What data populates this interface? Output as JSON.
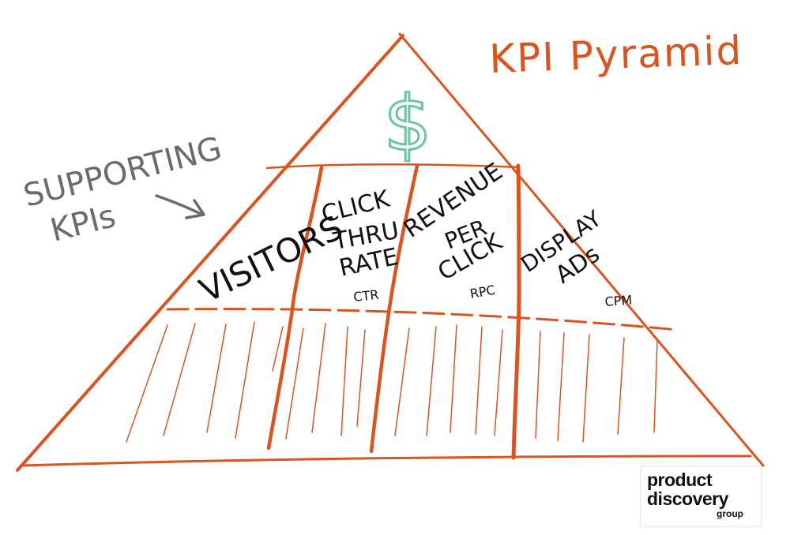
{
  "title": "KPI Pyramid",
  "apex_symbol": "$",
  "side_label": {
    "line1": "SUPPORTING",
    "line2": "KPIs"
  },
  "segments": [
    {
      "lines": [
        "VISITORS"
      ],
      "abbr": ""
    },
    {
      "lines": [
        "CLICK",
        "THRU",
        "RATE"
      ],
      "abbr": "CTR"
    },
    {
      "lines": [
        "REVENUE",
        "PER",
        "CLICK"
      ],
      "abbr": "RPC"
    },
    {
      "lines": [
        "DISPLAY",
        "ADs"
      ],
      "abbr": "CPM"
    }
  ],
  "logo": {
    "line1": "product",
    "line2": "discovery",
    "line3": "group"
  },
  "colors": {
    "pyramid": "#d9541e",
    "dollar": "#6cc3a6",
    "annotation": "#6b6b6b",
    "text": "#111111"
  }
}
